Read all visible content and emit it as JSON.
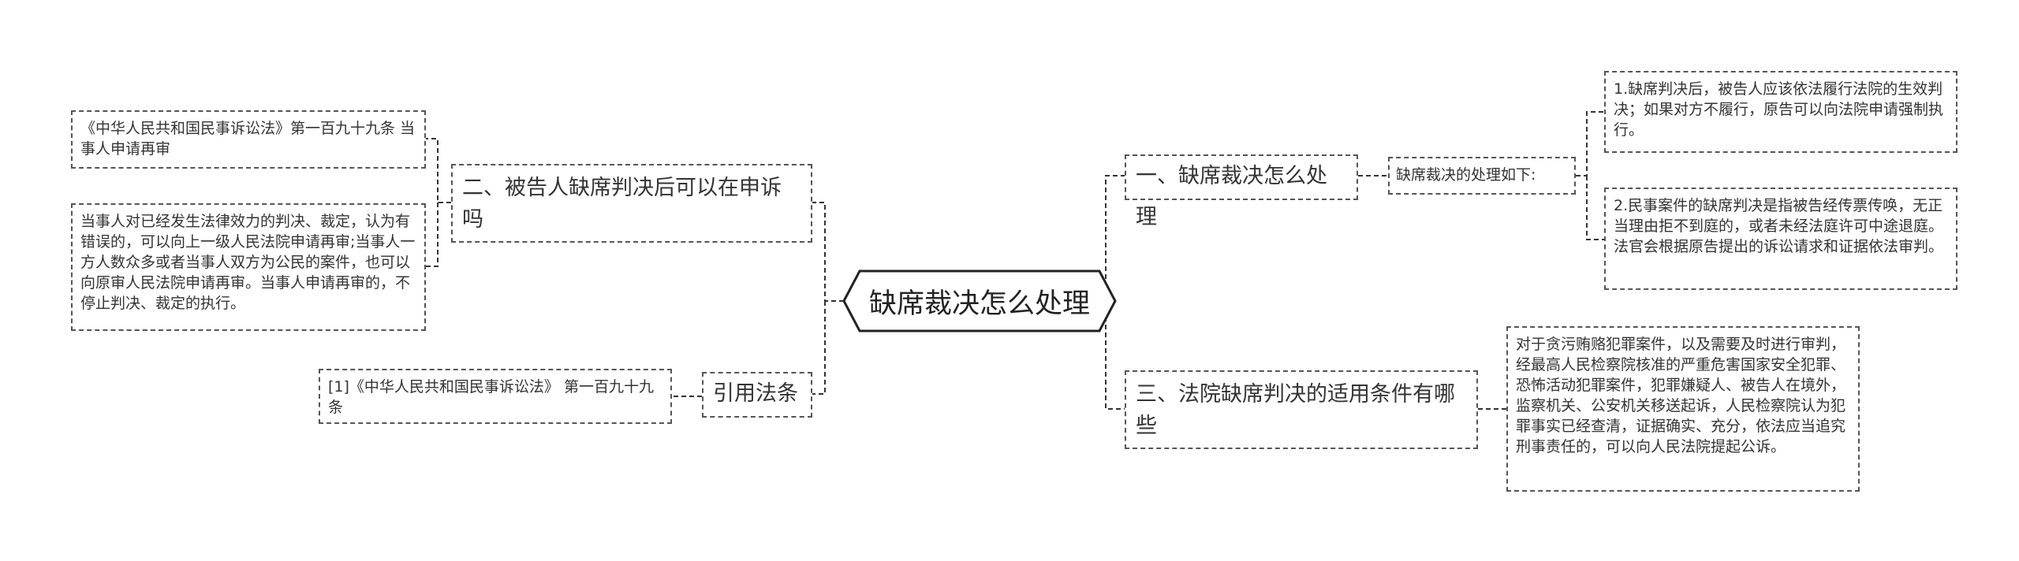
{
  "root": {
    "title": "缺席裁决怎么处理"
  },
  "left": {
    "branch2": {
      "label": "二、被告人缺席判决后可以在申诉吗",
      "leaf1": "《中华人民共和国民事诉讼法》第一百九十九条 当事人申请再审",
      "leaf2": "当事人对已经发生法律效力的判决、裁定，认为有错误的，可以向上一级人民法院申请再审;当事人一方人数众多或者当事人双方为公民的案件，也可以向原审人民法院申请再审。当事人申请再审的，不停止判决、裁定的执行。"
    },
    "citation": {
      "label": "引用法条",
      "leaf": "[1]《中华人民共和国民事诉讼法》 第一百九十九条"
    }
  },
  "right": {
    "branch1": {
      "label": "一、缺席裁决怎么处理",
      "sub": "缺席裁决的处理如下:",
      "leaf1": "1.缺席判决后，被告人应该依法履行法院的生效判决；如果对方不履行，原告可以向法院申请强制执行。",
      "leaf2": "2.民事案件的缺席判决是指被告经传票传唤，无正当理由拒不到庭的，或者未经法庭许可中途退庭。法官会根据原告提出的诉讼请求和证据依法审判。"
    },
    "branch3": {
      "label": "三、法院缺席判决的适用条件有哪些",
      "leaf": "对于贪污贿赂犯罪案件，以及需要及时进行审判，经最高人民检察院核准的严重危害国家安全犯罪、恐怖活动犯罪案件，犯罪嫌疑人、被告人在境外，监察机关、公安机关移送起诉，人民检察院认为犯罪事实已经查清，证据确实、充分，依法应当追究刑事责任的，可以向人民法院提起公诉。"
    }
  }
}
